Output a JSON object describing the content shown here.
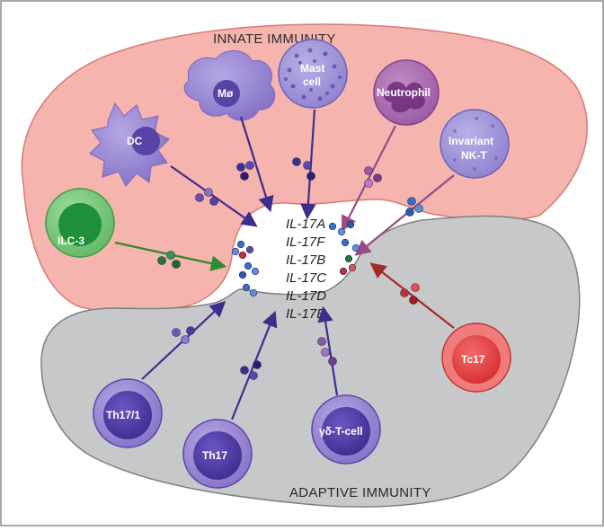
{
  "regions": {
    "innate": {
      "label": "INNATE IMMUNITY",
      "color": "#f5b4ae"
    },
    "adaptive": {
      "label": "ADAPTIVE IMMUNITY",
      "color": "#c7c8ca"
    }
  },
  "cytokines": [
    "IL-17A",
    "IL-17F",
    "IL-17B",
    "IL-17C",
    "IL-17D",
    "IL-17E"
  ],
  "cells": {
    "dc": {
      "label": "DC"
    },
    "macrophage": {
      "label": "Mø"
    },
    "mast": {
      "label_line1": "Mast",
      "label_line2": "cell"
    },
    "neutrophil": {
      "label": "Neutrophil"
    },
    "nkt": {
      "label_line1": "Invariant",
      "label_line2": "NK-T"
    },
    "ilc3": {
      "label": "ILC-3"
    },
    "th171": {
      "label": "Th17/1"
    },
    "th17": {
      "label": "Th17"
    },
    "gdt": {
      "label": "γδ-T-cell"
    },
    "tc17": {
      "label": "Tc17"
    }
  },
  "colors": {
    "purple_arrow": "#3d2e8c",
    "green_arrow": "#2f8a2f",
    "red_arrow": "#a52a2a",
    "pink_arrow": "#a0508a"
  }
}
